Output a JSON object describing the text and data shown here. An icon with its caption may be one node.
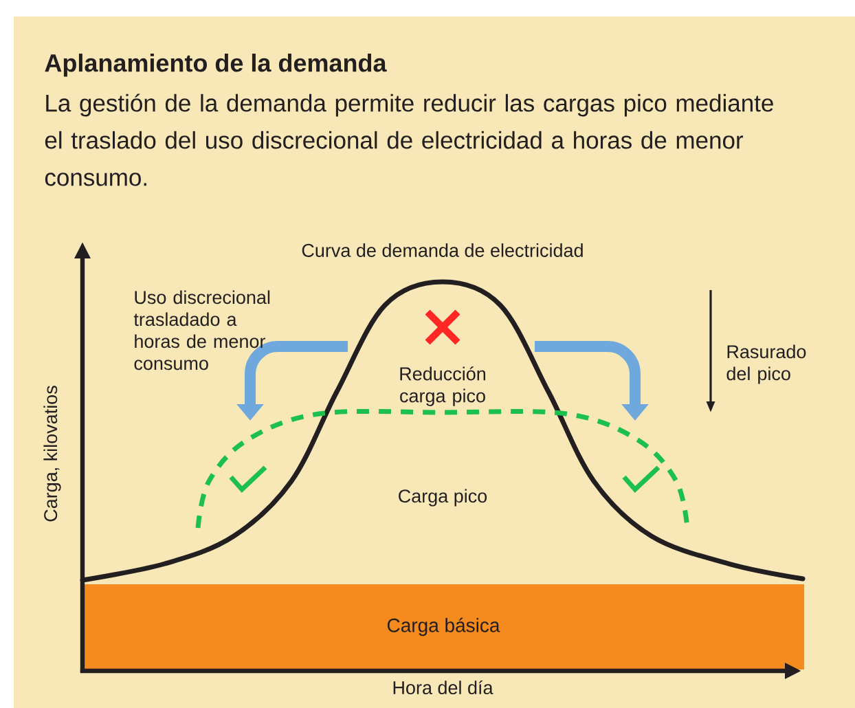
{
  "diagram": {
    "title": "Aplanamiento de la demanda",
    "nodes": [
      {
        "text": [
          "Carga básica"
        ]
      }
    ],
    "labels": [
      "La gestión de la demanda permite reducir las cargas pico mediante el traslado del uso discrecional de electricidad a horas de menor consumo.",
      "Curva de demanda de electricidad",
      "Uso discrecional trasladado a horas de menor consumo",
      "Reducción carga pico",
      "Rasurado del pico",
      "Carga, kilovatios",
      "Carga pico",
      "Hora del día"
    ]
  }
}
